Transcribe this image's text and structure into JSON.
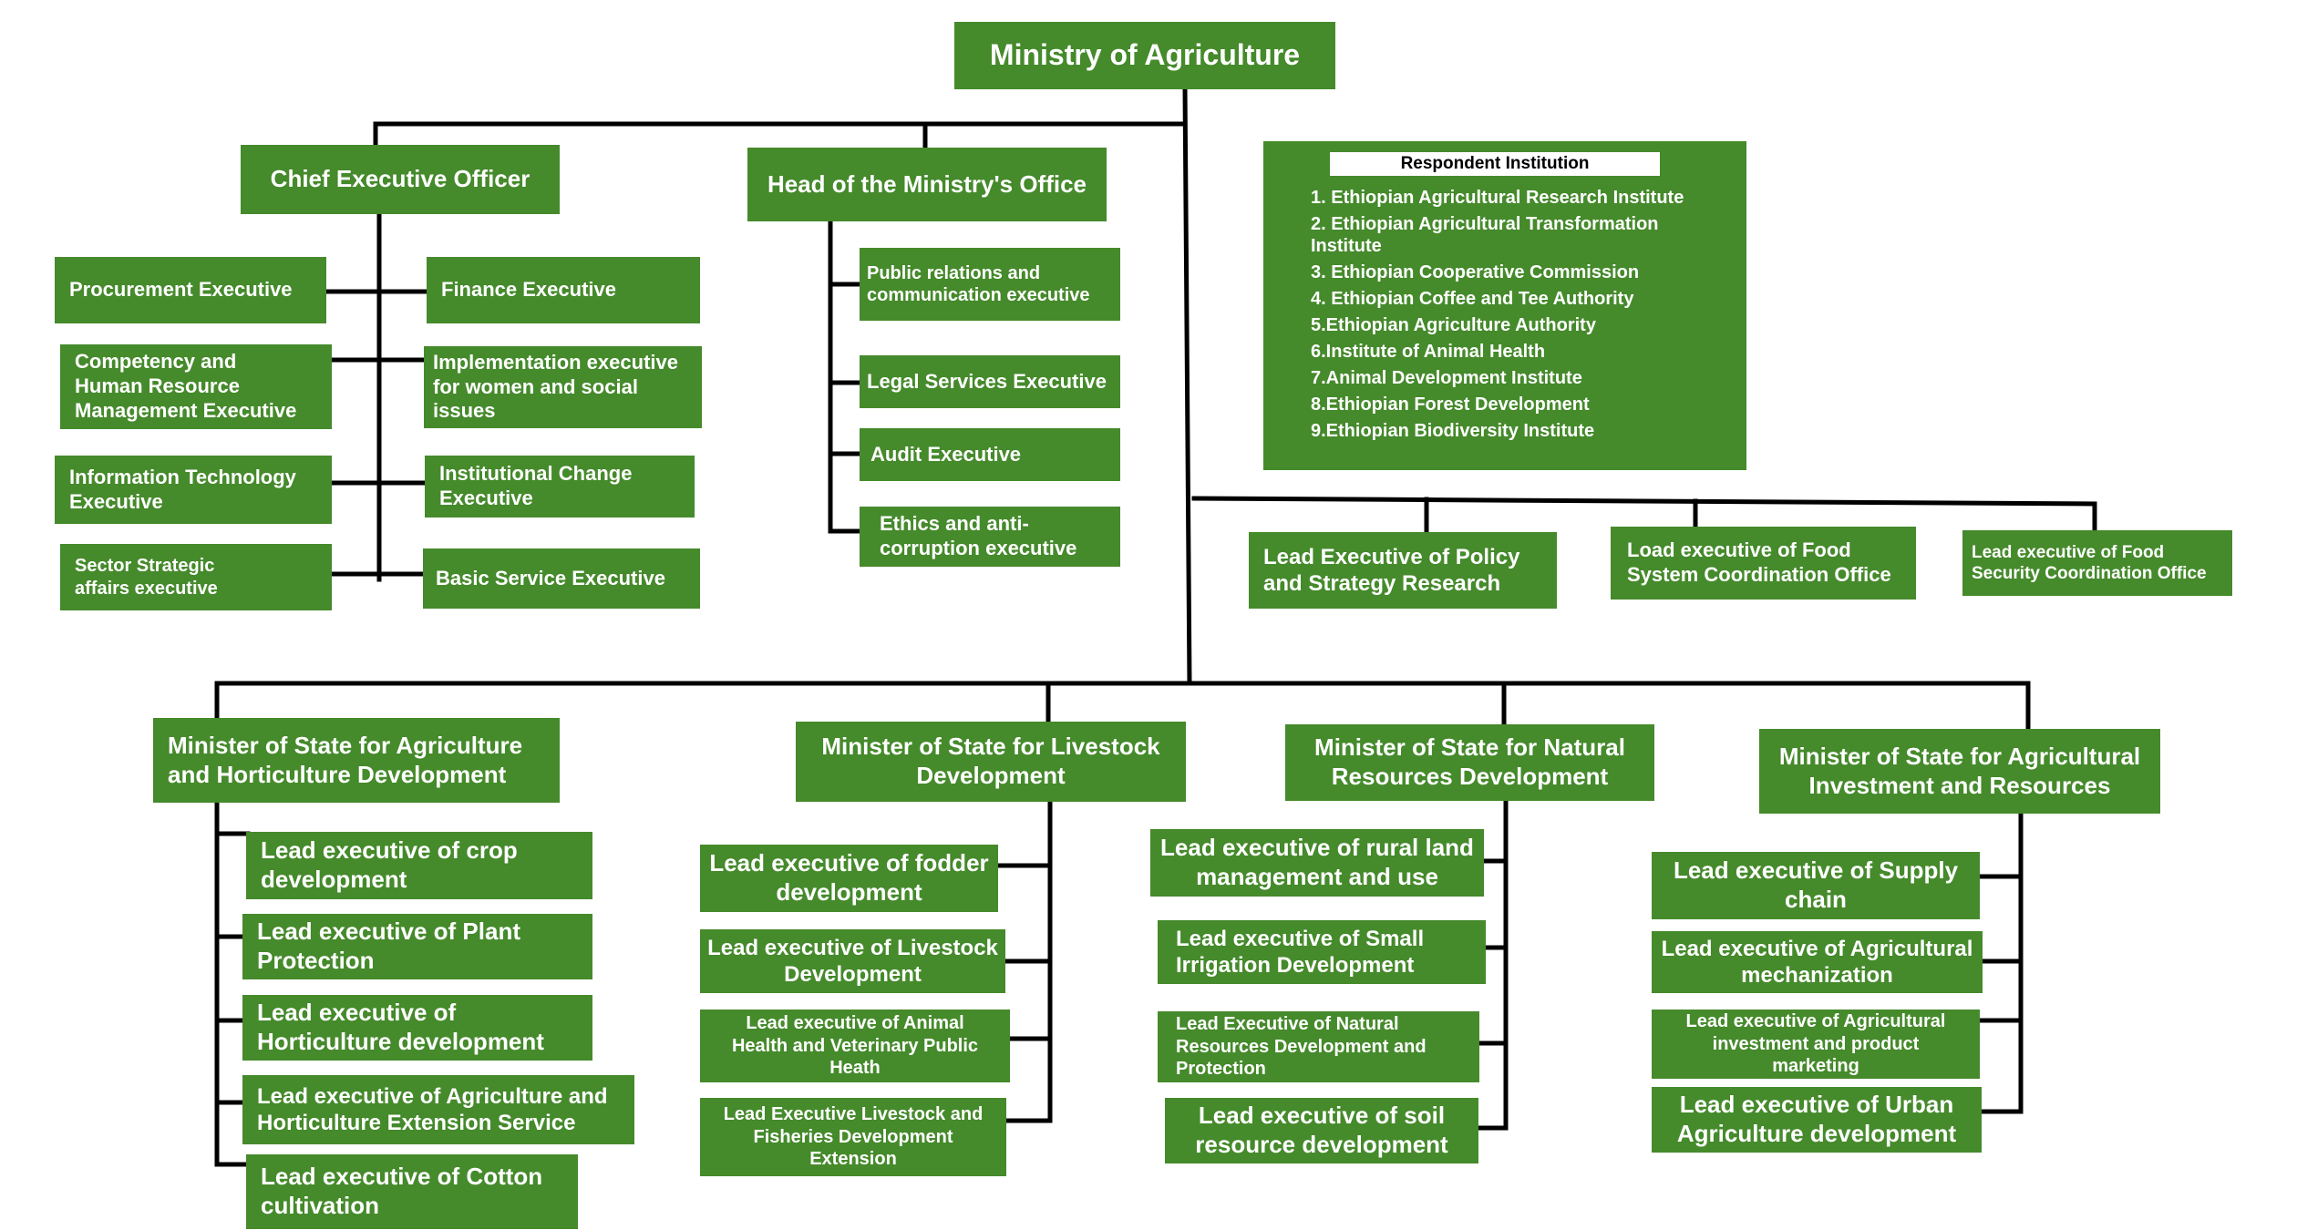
{
  "root": "Ministry of Agriculture",
  "ceo": {
    "title": "Chief Executive Officer",
    "left": [
      "Procurement Executive",
      "Competency and\nHuman Resource\nManagement Executive",
      "Information Technology\nExecutive",
      "Sector Strategic\naffairs executive"
    ],
    "right": [
      "Finance Executive",
      "Implementation executive\nfor women and social\nissues",
      "Institutional Change\nExecutive",
      "Basic Service Executive"
    ]
  },
  "head_office": {
    "title": "Head of the Ministry's Office",
    "items": [
      "Public relations and\ncommunication executive",
      "Legal Services Executive",
      "Audit Executive",
      "Ethics and anti-\ncorruption executive"
    ]
  },
  "respondent": {
    "title": "Respondent Institution",
    "items": [
      "1.  Ethiopian Agricultural Research Institute",
      "2. Ethiopian Agricultural Transformation Institute",
      "3. Ethiopian Cooperative Commission",
      "4. Ethiopian Coffee and Tee Authority",
      "5.Ethiopian Agriculture Authority",
      "6.Institute of Animal Health",
      "7.Animal Development Institute",
      "8.Ethiopian Forest Development",
      "9.Ethiopian Biodiversity Institute"
    ]
  },
  "leads": [
    "Lead Executive of Policy\nand Strategy Research",
    "Load executive of Food\nSystem Coordination Office",
    "Lead executive of Food\nSecurity Coordination Office"
  ],
  "ministers": [
    {
      "title": "Minister of State for Agriculture\nand Horticulture Development",
      "items": [
        "Lead executive of crop\ndevelopment",
        "Lead executive of Plant\nProtection",
        "Lead executive of\nHorticulture development",
        "Lead executive of Agriculture and\nHorticulture Extension Service",
        "Lead executive of Cotton\ncultivation"
      ]
    },
    {
      "title": "Minister of State for Livestock\nDevelopment",
      "items": [
        "Lead executive of fodder\ndevelopment",
        "Lead executive of Livestock\nDevelopment",
        "Lead executive of Animal\nHealth and Veterinary Public\nHeath",
        "Lead Executive Livestock and\nFisheries Development\nExtension"
      ]
    },
    {
      "title": "Minister of State for Natural\nResources Development",
      "items": [
        "Lead executive of rural land\nmanagement and use",
        "Lead executive of Small\nIrrigation Development",
        "Lead Executive of Natural\nResources Development and\nProtection",
        "Lead executive of soil\nresource development"
      ]
    },
    {
      "title": "Minister of State for Agricultural\nInvestment and Resources",
      "items": [
        "Lead executive of Supply\nchain",
        "Lead executive of Agricultural\nmechanization",
        "Lead executive of Agricultural\ninvestment and product\nmarketing",
        "Lead executive of  Urban\nAgriculture development"
      ]
    }
  ],
  "colors": {
    "box": "#458a2b",
    "line": "#000000",
    "text": "#ffffff"
  }
}
